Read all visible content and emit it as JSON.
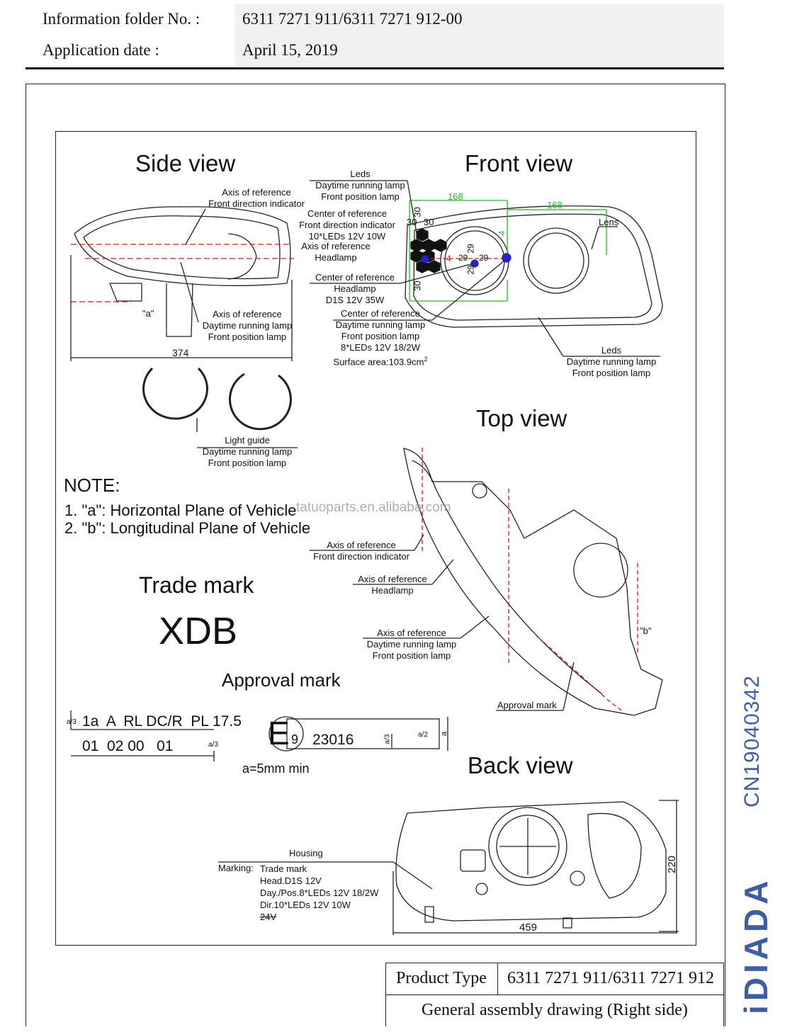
{
  "header": {
    "folder_label": "Information folder No. :",
    "folder_value": "6311 7271 911/6311 7271 912-00",
    "date_label": "Application date :",
    "date_value": "April 15, 2019"
  },
  "views": {
    "side": "Side view",
    "front": "Front view",
    "top": "Top view",
    "back": "Back view"
  },
  "side_view": {
    "axis_fdi": [
      "Axis of reference",
      "Front direction indicator"
    ],
    "axis_drl": [
      "Axis of reference",
      "Daytime running lamp",
      "Front position lamp"
    ],
    "marker_a": "\"a\"",
    "dim_374": "374",
    "light_guide": [
      "Light guide",
      "Daytime running lamp",
      "Front position lamp"
    ]
  },
  "front_view": {
    "leds_top": [
      "Leds",
      "Daytime running lamp",
      "Front position lamp"
    ],
    "center_fdi": [
      "Center of reference",
      "Front direction indicator",
      "10*LEDs 12V 10W"
    ],
    "axis_headlamp": [
      "Axis of reference",
      "Headlamp"
    ],
    "center_headlamp": [
      "Center of reference",
      "Headlamp",
      "D1S 12V 35W"
    ],
    "center_drl": [
      "Center of reference",
      "Daytime running lamp",
      "Front position lamp",
      "8*LEDs 12V 18/2W",
      "Surface area:103.9cm"
    ],
    "surface_sup": "2",
    "leds_bottom": [
      "Leds",
      "Daytime running lamp",
      "Front position lamp"
    ],
    "lens": "Lens",
    "dim_168a": "168",
    "dim_168b": "168",
    "dim_30a": "30",
    "dim_30b": "30",
    "dim_30c": "30",
    "dim_30d": "30",
    "dim_29a": "29",
    "dim_29b": "29",
    "dim_29c": "29",
    "dim_29d": "29",
    "dim_4a": "4",
    "dim_4b": "4"
  },
  "notes": {
    "heading": "NOTE:",
    "items": [
      "1. \"a\": Horizontal Plane of Vehicle",
      "2. \"b\": Longitudinal Plane of Vehicle"
    ]
  },
  "watermark": "tatuoparts.en.alibaba.com",
  "trade": {
    "heading": "Trade mark",
    "mark": "XDB",
    "approval_heading": "Approval mark"
  },
  "approval": {
    "a3_top": "a/3",
    "line1": "1a  A  RL DC/R  PL 17.5",
    "line2": "01  02 00   01",
    "a3_bottom": "a/3",
    "e_letter": "E",
    "e_number": "9",
    "approval_number": "23016",
    "a3_side": "a/3",
    "a2": "a/2",
    "a": "a",
    "min": "a=5mm min"
  },
  "top_view": {
    "axis_fdi": [
      "Axis of reference",
      "Front direction indicator"
    ],
    "axis_headlamp": [
      "Axis of reference",
      "Headlamp"
    ],
    "axis_drl": [
      "Axis of reference",
      "Daytime running lamp",
      "Front position lamp"
    ],
    "marker_b": "\"b\"",
    "approval_mark": "Approval mark"
  },
  "back_view": {
    "housing": "Housing",
    "marking_label": "Marking:",
    "marking_lines": [
      "Trade mark",
      "Head.D1S 12V",
      "Day./Pos.8*LEDs 12V 18/2W",
      "Dir.10*LEDs 12V 10W",
      "24V"
    ],
    "dim_459": "459",
    "dim_220": "220"
  },
  "product": {
    "type_label": "Product Type",
    "type_value": "6311 7271 911/6311 7271 912",
    "description": "General assembly drawing (Right side)"
  },
  "side_brand": {
    "code": "CN19040342",
    "logo": "iDIADA"
  },
  "colors": {
    "red_axis": "#d81a1a",
    "green_dim": "#1fbf1f",
    "blue_center": "#2222cc",
    "brand_blue": "#3d5da8"
  }
}
